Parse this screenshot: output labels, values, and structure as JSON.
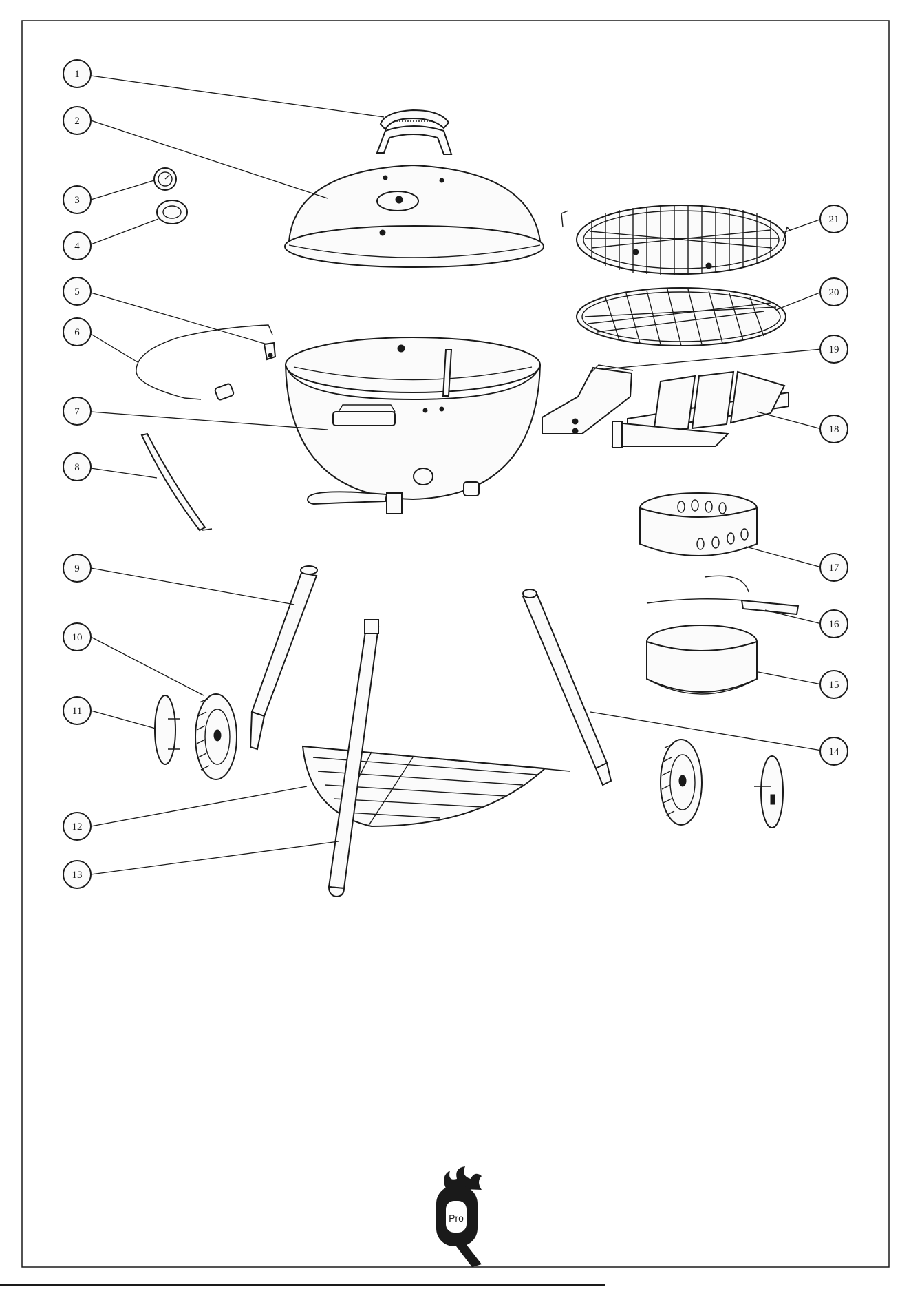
{
  "diagram": {
    "callouts": [
      {
        "num": "1"
      },
      {
        "num": "2"
      },
      {
        "num": "3"
      },
      {
        "num": "4"
      },
      {
        "num": "5"
      },
      {
        "num": "6"
      },
      {
        "num": "7"
      },
      {
        "num": "8"
      },
      {
        "num": "9"
      },
      {
        "num": "10"
      },
      {
        "num": "11"
      },
      {
        "num": "12"
      },
      {
        "num": "13"
      },
      {
        "num": "14"
      },
      {
        "num": "15"
      },
      {
        "num": "16"
      },
      {
        "num": "17"
      },
      {
        "num": "18"
      },
      {
        "num": "19"
      },
      {
        "num": "20"
      },
      {
        "num": "21"
      }
    ]
  },
  "logo": {
    "text": "Pro",
    "letter": "Q"
  },
  "footer": {
    "text": ""
  }
}
